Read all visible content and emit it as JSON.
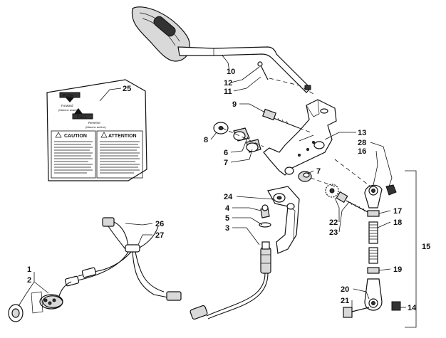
{
  "callouts": [
    {
      "id": "c1",
      "label": "1"
    },
    {
      "id": "c2",
      "label": "2"
    },
    {
      "id": "c3",
      "label": "3"
    },
    {
      "id": "c4",
      "label": "4"
    },
    {
      "id": "c5",
      "label": "5"
    },
    {
      "id": "c6",
      "label": "6"
    },
    {
      "id": "c7a",
      "label": "7"
    },
    {
      "id": "c7b",
      "label": "7"
    },
    {
      "id": "c8",
      "label": "8"
    },
    {
      "id": "c9",
      "label": "9"
    },
    {
      "id": "c10",
      "label": "10"
    },
    {
      "id": "c11",
      "label": "11"
    },
    {
      "id": "c12",
      "label": "12"
    },
    {
      "id": "c13",
      "label": "13"
    },
    {
      "id": "c14",
      "label": "14"
    },
    {
      "id": "c15",
      "label": "15"
    },
    {
      "id": "c16",
      "label": "16"
    },
    {
      "id": "c17",
      "label": "17"
    },
    {
      "id": "c18",
      "label": "18"
    },
    {
      "id": "c19",
      "label": "19"
    },
    {
      "id": "c20",
      "label": "20"
    },
    {
      "id": "c21",
      "label": "21"
    },
    {
      "id": "c22",
      "label": "22"
    },
    {
      "id": "c23",
      "label": "23"
    },
    {
      "id": "c24",
      "label": "24"
    },
    {
      "id": "c25",
      "label": "25"
    },
    {
      "id": "c26",
      "label": "26"
    },
    {
      "id": "c27",
      "label": "27"
    },
    {
      "id": "c28",
      "label": "28"
    }
  ],
  "decal": {
    "push": "PUSH",
    "forward": "Forward",
    "forward_fr": "(Marche avant)",
    "pull": "PULL",
    "reverse": "Reverse",
    "reverse_fr": "(Marche arrière)",
    "caution": "CAUTION",
    "attention": "ATTENTION"
  }
}
